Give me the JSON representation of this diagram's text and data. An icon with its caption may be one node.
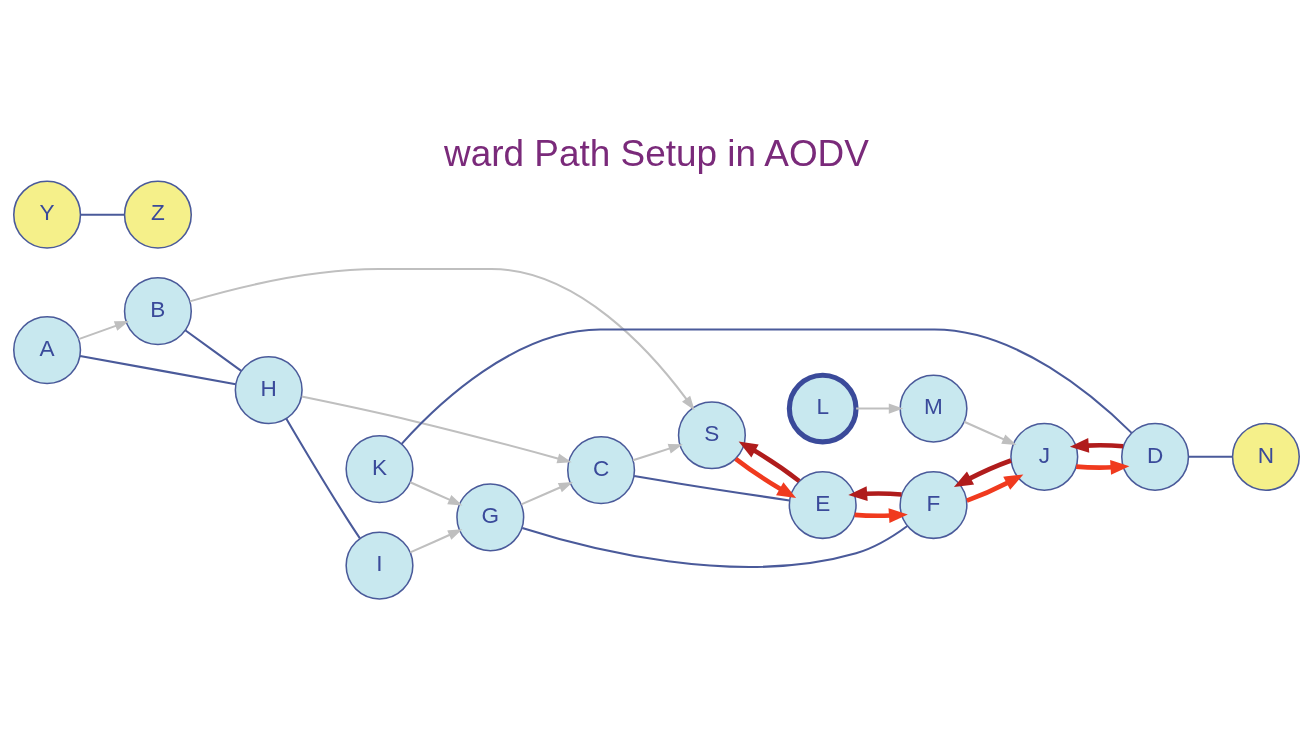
{
  "diagram": {
    "title": "ward Path Setup in AODV",
    "nodes": [
      {
        "text": [
          "S"
        ]
      },
      {
        "text": [
          "E"
        ]
      },
      {
        "text": [
          "F"
        ]
      },
      {
        "text": [
          "J"
        ]
      },
      {
        "text": [
          "D"
        ]
      },
      {
        "text": [
          "B"
        ]
      },
      {
        "text": [
          "C"
        ]
      },
      {
        "text": [
          "G"
        ]
      },
      {
        "text": [
          "A"
        ]
      },
      {
        "text": [
          "H"
        ]
      },
      {
        "text": [
          "I"
        ]
      },
      {
        "text": [
          "K"
        ]
      },
      {
        "text": [
          "M"
        ]
      },
      {
        "text": [
          "L"
        ]
      },
      {
        "text": [
          "Y"
        ]
      },
      {
        "text": [
          "Z"
        ]
      },
      {
        "text": [
          "N"
        ]
      }
    ],
    "edges": [
      {
        "from": 8,
        "to": 5,
        "arrow": "to"
      },
      {
        "from": 8,
        "to": 9,
        "arrow": "none",
        "color": "#4a5a9a"
      },
      {
        "from": 5,
        "to": 0,
        "arrow": "to"
      },
      {
        "from": 5,
        "to": 9,
        "arrow": "none",
        "color": "#4a5a9a"
      },
      {
        "from": 9,
        "to": 6,
        "arrow": "to"
      },
      {
        "from": 9,
        "to": 10,
        "arrow": "none",
        "color": "#4a5a9a"
      },
      {
        "from": 6,
        "to": 0,
        "arrow": "to"
      },
      {
        "from": 6,
        "to": 1,
        "arrow": "none",
        "color": "#4a5a9a"
      },
      {
        "from": 7,
        "to": 6,
        "arrow": "to"
      },
      {
        "from": 7,
        "to": 2,
        "arrow": "none",
        "color": "#4a5a9a"
      },
      {
        "from": 10,
        "to": 7,
        "arrow": "to"
      },
      {
        "from": 11,
        "to": 7,
        "arrow": "to"
      },
      {
        "from": 11,
        "to": 4,
        "arrow": "none",
        "color": "#4a5a9a"
      },
      {
        "from": 4,
        "to": 16,
        "arrow": "none",
        "color": "#4a5a9a"
      },
      {
        "from": 12,
        "to": 3,
        "arrow": "to"
      },
      {
        "from": 13,
        "to": 12,
        "arrow": "to"
      },
      {
        "from": 14,
        "to": 15,
        "arrow": "none",
        "color": "#4a5a9a"
      },
      {
        "from": 1,
        "to": 0,
        "arrow": "to",
        "color": "#b01c1c",
        "style": "thick"
      },
      {
        "from": 2,
        "to": 1,
        "arrow": "to",
        "color": "#b01c1c",
        "style": "thick"
      },
      {
        "from": 3,
        "to": 2,
        "arrow": "to",
        "color": "#b01c1c",
        "style": "thick"
      },
      {
        "from": 4,
        "to": 3,
        "arrow": "to",
        "color": "#b01c1c",
        "style": "thick"
      },
      {
        "from": 0,
        "to": 1,
        "arrow": "to",
        "color": "#f03a1e",
        "style": "thick"
      },
      {
        "from": 1,
        "to": 2,
        "arrow": "to",
        "color": "#f03a1e",
        "style": "thick"
      },
      {
        "from": 2,
        "to": 3,
        "arrow": "to",
        "color": "#f03a1e",
        "style": "thick"
      },
      {
        "from": 3,
        "to": 4,
        "arrow": "to",
        "color": "#f03a1e",
        "style": "thick"
      }
    ]
  }
}
